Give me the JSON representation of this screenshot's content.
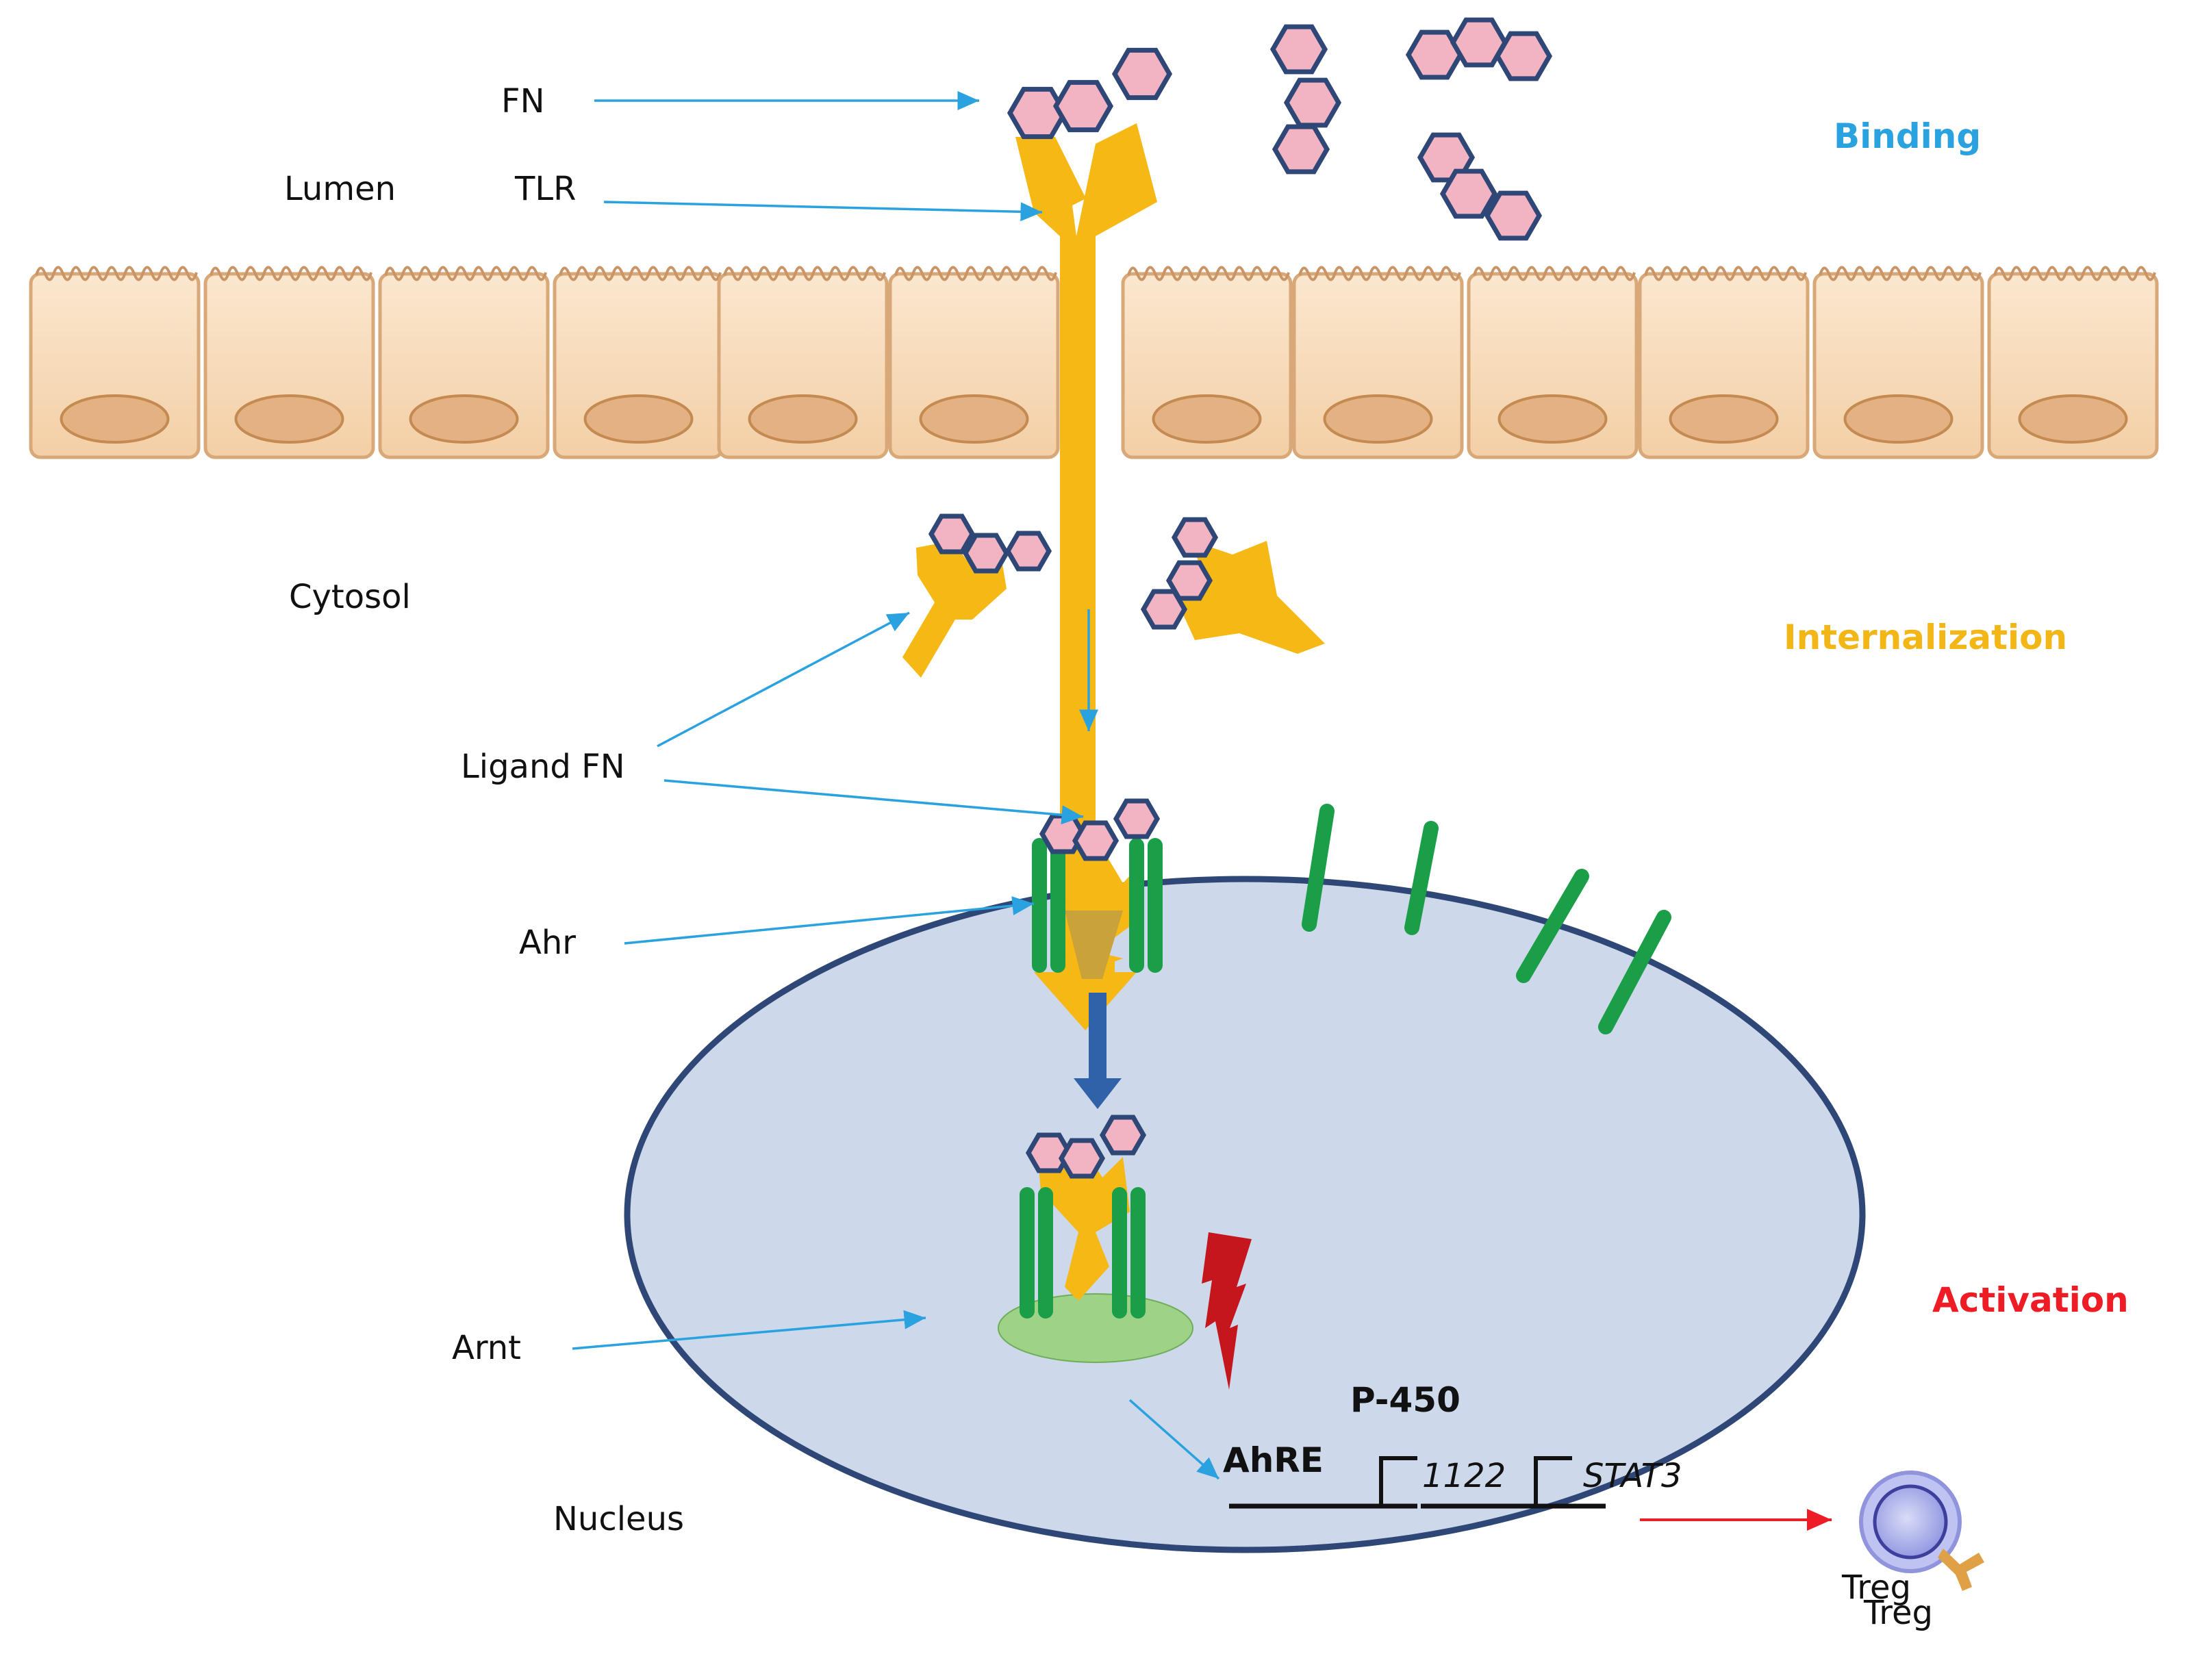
{
  "labels": {
    "fn": "FN",
    "lumen": "Lumen",
    "tlr": "TLR",
    "cytosol": "Cytosol",
    "ligand_fn": "Ligand FN",
    "ahr": "Ahr",
    "arnt": "Arnt",
    "nucleus": "Nucleus",
    "p450": "P-450",
    "ahre": "AhRE",
    "gene_1122": "1122",
    "gene_stat3": "STAT3",
    "treg": "Treg",
    "treg_watermark": "Treg"
  },
  "stages": {
    "binding": "Binding",
    "internalization": "Internalization",
    "activation": "Activation"
  },
  "colors": {
    "binding": "#2aa2e0",
    "internalization": "#f2b617",
    "activation": "#ee1c24",
    "arrow_blue": "#2aa2e0",
    "receptor_yellow": "#f5b814",
    "hex_fill": "#f2b3c2",
    "hex_stroke": "#2f4777",
    "nucleus_fill": "#cdd8ea",
    "nucleus_stroke": "#2f4777",
    "ahr_green": "#1a9e48",
    "arnt_green": "#9ed286",
    "cell_fill": "#f7dbbd",
    "cell_stroke": "#d8a878",
    "cell_nucleus": "#e3b182",
    "lightning": "#c4161c"
  },
  "icons": [
    "ligand-hexagon-icon",
    "tlr-receptor-icon",
    "lightning-bolt-icon",
    "treg-cell-icon"
  ]
}
